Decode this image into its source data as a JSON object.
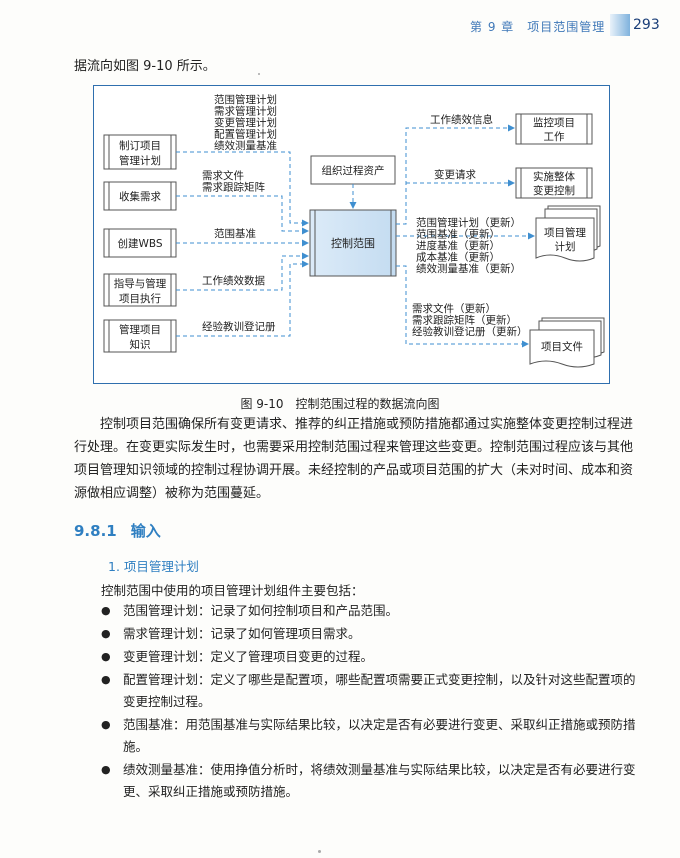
{
  "header": {
    "chapter": "第 9 章　项目范围管理",
    "page_number": "293"
  },
  "intro_text": "据流向如图 9-10 所示。",
  "figure": {
    "caption": "图 9-10　控制范围过程的数据流向图",
    "inputs": [
      {
        "label": "制订项目\n管理计划"
      },
      {
        "label": "收集需求"
      },
      {
        "label": "创建WBS"
      },
      {
        "label": "指导与管理\n项目执行"
      },
      {
        "label": "管理项目\n知识"
      }
    ],
    "input_flows": [
      {
        "lines": [
          "范围管理计划",
          "需求管理计划",
          "变更管理计划",
          "配置管理计划",
          "绩效测量基准"
        ]
      },
      {
        "lines": [
          "需求文件",
          "需求跟踪矩阵"
        ]
      },
      {
        "lines": [
          "范围基准"
        ]
      },
      {
        "lines": [
          "工作绩效数据"
        ]
      },
      {
        "lines": [
          "经验教训登记册"
        ]
      }
    ],
    "org_assets": "组织过程资产",
    "center": "控制范围",
    "outputs": [
      {
        "label": "监控项目\n工作"
      },
      {
        "label": "实施整体\n变更控制"
      },
      {
        "label": "项目管理\n计划"
      },
      {
        "label": "项目文件"
      }
    ],
    "output_flows": [
      {
        "lines": [
          "工作绩效信息"
        ]
      },
      {
        "lines": [
          "变更请求"
        ]
      },
      {
        "lines": [
          "范围管理计划（更新）",
          "范围基准（更新）",
          "进度基准（更新）",
          "成本基准（更新）",
          "绩效测量基准（更新）"
        ]
      },
      {
        "lines": [
          "需求文件（更新）",
          "需求跟踪矩阵（更新）",
          "经验教训登记册（更新）"
        ]
      }
    ]
  },
  "paragraphs": [
    "控制项目范围确保所有变更请求、推荐的纠正措施或预防措施都通过实施整体变更控制过程进行处理。在变更实际发生时，也需要采用控制范围过程来管理这些变更。控制范围过程应该与其他项目管理知识领域的控制过程协调开展。未经控制的产品或项目范围的扩大（未对时间、成本和资源做相应调整）被称为范围蔓延。"
  ],
  "section": {
    "number": "9.8.1",
    "title": "输入"
  },
  "subsection": {
    "title": "1. 项目管理计划"
  },
  "lead_text": "控制范围中使用的项目管理计划组件主要包括：",
  "bullets": [
    "范围管理计划：记录了如何控制项目和产品范围。",
    "需求管理计划：记录了如何管理项目需求。",
    "变更管理计划：定义了管理项目变更的过程。",
    "配置管理计划：定义了哪些是配置项，哪些配置项需要正式变更控制，以及针对这些配置项的变更控制过程。",
    "范围基准：用范围基准与实际结果比较，以决定是否有必要进行变更、采取纠正措施或预防措施。",
    "绩效测量基准：使用挣值分析时，将绩效测量基准与实际结果比较，以决定是否有必要进行变更、采取纠正措施或预防措施。"
  ]
}
